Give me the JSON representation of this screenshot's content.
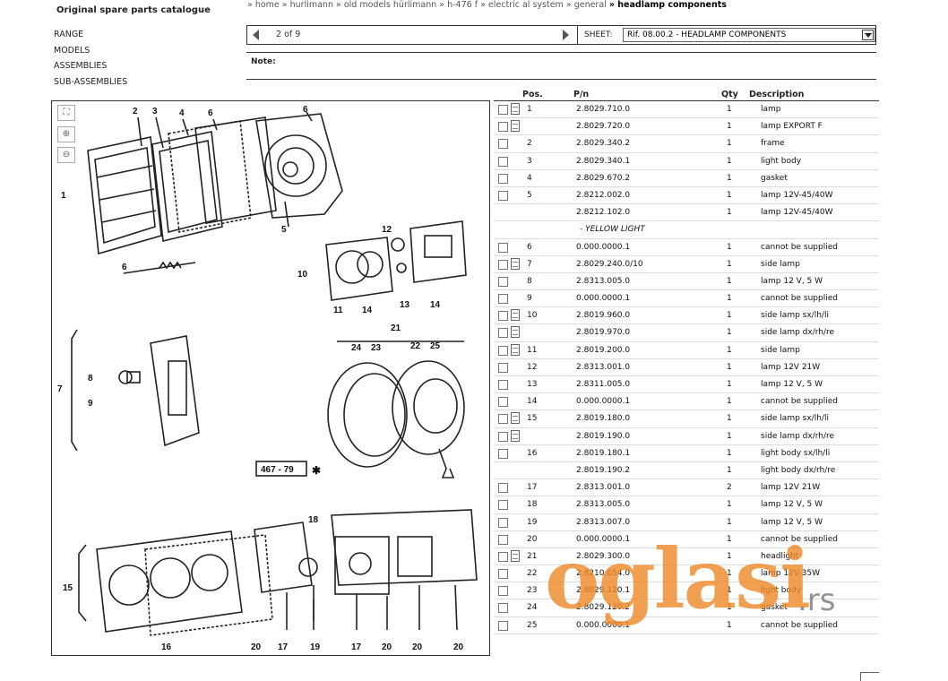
{
  "brand": "Original spare parts catalogue",
  "nav": [
    "RANGE",
    "MODELS",
    "ASSEMBLIES",
    "SUB-ASSEMBLIES"
  ],
  "breadcrumb": {
    "items": [
      "» home",
      "» hurlimann",
      "» old models hürlimann",
      "» h-476 f",
      "» electric al system",
      "» general"
    ],
    "current": "» headlamp components"
  },
  "sheet": {
    "page": "2 of 9",
    "label": "SHEET:",
    "selected": "Rif. 08.00.2 - HEADLAMP COMPONENTS"
  },
  "note_label": "Note:",
  "drawing": {
    "code": "467 - 79",
    "star": "✱",
    "callouts": [
      "2",
      "3",
      "4",
      "6",
      "6",
      "1",
      "5",
      "6",
      "12",
      "10",
      "11",
      "14",
      "13",
      "14",
      "7",
      "8",
      "9",
      "21",
      "24",
      "23",
      "22",
      "25",
      "18",
      "15",
      "16",
      "20",
      "17",
      "19",
      "17",
      "20",
      "20",
      "20"
    ]
  },
  "table": {
    "headers": {
      "pos": "Pos.",
      "pn": "P/n",
      "qty": "Qty",
      "desc": "Description"
    },
    "rows": [
      {
        "doc": true,
        "pos": "1",
        "pn": "2.8029.710.0",
        "qty": "1",
        "desc": "lamp"
      },
      {
        "doc": true,
        "pos": "",
        "pn": "2.8029.720.0",
        "qty": "1",
        "desc": "lamp EXPORT F"
      },
      {
        "doc": false,
        "pos": "2",
        "pn": "2.8029.340.2",
        "qty": "1",
        "desc": "frame"
      },
      {
        "doc": false,
        "pos": "3",
        "pn": "2.8029.340.1",
        "qty": "1",
        "desc": "light body"
      },
      {
        "doc": false,
        "pos": "4",
        "pn": "2.8029.670.2",
        "qty": "1",
        "desc": "gasket"
      },
      {
        "doc": false,
        "pos": "5",
        "pn": "2.8212.002.0",
        "qty": "1",
        "desc": "lamp 12V-45/40W"
      },
      {
        "doc": false,
        "nocb": true,
        "pos": "",
        "pn": "2.8212.102.0",
        "qty": "1",
        "desc": "lamp 12V-45/40W"
      },
      {
        "group": true,
        "text": "- YELLOW LIGHT"
      },
      {
        "doc": false,
        "pos": "6",
        "pn": "0.000.0000.1",
        "qty": "1",
        "desc": "cannot be supplied"
      },
      {
        "doc": true,
        "pos": "7",
        "pn": "2.8029.240.0/10",
        "qty": "1",
        "desc": "side lamp"
      },
      {
        "doc": false,
        "pos": "8",
        "pn": "2.8313.005.0",
        "qty": "1",
        "desc": "lamp 12 V, 5 W"
      },
      {
        "doc": false,
        "pos": "9",
        "pn": "0.000.0000.1",
        "qty": "1",
        "desc": "cannot be supplied"
      },
      {
        "doc": true,
        "pos": "10",
        "pn": "2.8019.960.0",
        "qty": "1",
        "desc": "side lamp sx/lh/li"
      },
      {
        "doc": true,
        "pos": "",
        "pn": "2.8019.970.0",
        "qty": "1",
        "desc": "side lamp dx/rh/re"
      },
      {
        "doc": true,
        "pos": "11",
        "pn": "2.8019.200.0",
        "qty": "1",
        "desc": "side lamp"
      },
      {
        "doc": false,
        "pos": "12",
        "pn": "2.8313.001.0",
        "qty": "1",
        "desc": "lamp 12V 21W"
      },
      {
        "doc": false,
        "pos": "13",
        "pn": "2.8311.005.0",
        "qty": "1",
        "desc": "lamp 12 V, 5 W"
      },
      {
        "doc": false,
        "pos": "14",
        "pn": "0.000.0000.1",
        "qty": "1",
        "desc": "cannot be supplied"
      },
      {
        "doc": true,
        "pos": "15",
        "pn": "2.8019.180.0",
        "qty": "1",
        "desc": "side lamp sx/lh/li"
      },
      {
        "doc": true,
        "pos": "",
        "pn": "2.8019.190.0",
        "qty": "1",
        "desc": "side lamp dx/rh/re"
      },
      {
        "doc": false,
        "pos": "16",
        "pn": "2.8019.180.1",
        "qty": "1",
        "desc": "light body sx/lh/li"
      },
      {
        "doc": false,
        "nocb": true,
        "pos": "",
        "pn": "2.8019.190.2",
        "qty": "1",
        "desc": "light body dx/rh/re"
      },
      {
        "doc": false,
        "pos": "17",
        "pn": "2.8313.001.0",
        "qty": "2",
        "desc": "lamp 12V 21W"
      },
      {
        "doc": false,
        "pos": "18",
        "pn": "2.8313.005.0",
        "qty": "1",
        "desc": "lamp 12 V, 5 W"
      },
      {
        "doc": false,
        "pos": "19",
        "pn": "2.8313.007.0",
        "qty": "1",
        "desc": "lamp 12 V, 5 W"
      },
      {
        "doc": false,
        "pos": "20",
        "pn": "0.000.0000.1",
        "qty": "1",
        "desc": "cannot be supplied"
      },
      {
        "doc": true,
        "pos": "21",
        "pn": "2.8029.300.0",
        "qty": "1",
        "desc": "headlight"
      },
      {
        "doc": false,
        "pos": "22",
        "pn": "2.8210.054.0",
        "qty": "1",
        "desc": "lamp 12V-35W"
      },
      {
        "doc": false,
        "pos": "23",
        "pn": "2.8029.120.1",
        "qty": "1",
        "desc": "light body"
      },
      {
        "doc": false,
        "pos": "24",
        "pn": "2.8029.120.2",
        "qty": "1",
        "desc": "gasket"
      },
      {
        "doc": false,
        "pos": "25",
        "pn": "0.000.0000.1",
        "qty": "1",
        "desc": "cannot be supplied"
      }
    ]
  },
  "watermark": {
    "main": "oglasi",
    "tld": ".rs"
  }
}
